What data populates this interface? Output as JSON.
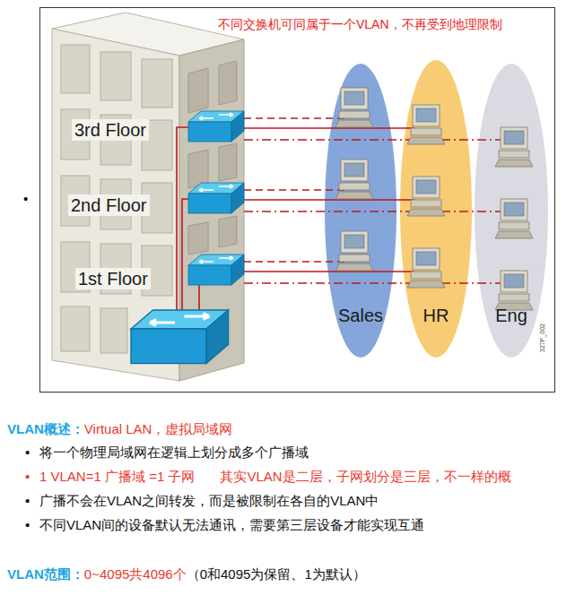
{
  "diagram": {
    "nodes": [
      {
        "text": [
          "Sales"
        ]
      },
      {
        "text": [
          "HR"
        ]
      },
      {
        "text": [
          "Eng"
        ]
      }
    ],
    "labels": [
      "不同交换机可同属于一个VLAN，不再受到地理限制",
      "3rd Floor",
      "2nd Floor",
      "1st Floor",
      "327P_002",
      "•",
      "VLAN概述：",
      "Virtual LAN，虚拟局域网",
      "•",
      "将一个物理局域网在逻辑上划分成多个广播域",
      "•",
      "1 VLAN=1 广播域 =1 子网",
      "其实VLAN是二层，子网划分是三层，不一样的概",
      "•",
      "广播不会在VLAN之间转发，而是被限制在各自的VLAN中",
      "•",
      "不同VLAN间的设备默认无法通讯，需要第三层设备才能实现互通",
      "VLAN范围：",
      "0~4095共4096个",
      "（0和4095为保留、1为默认）"
    ]
  }
}
